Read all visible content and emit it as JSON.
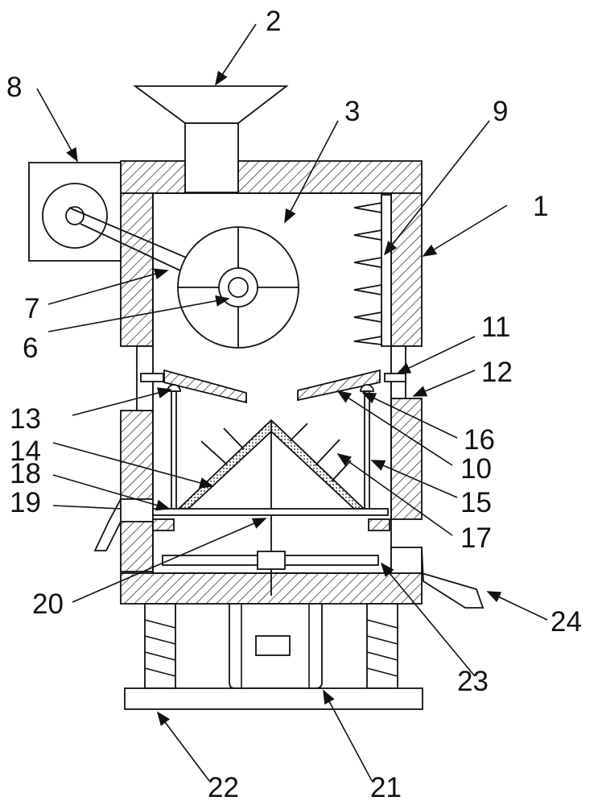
{
  "figure": {
    "colors": {
      "stroke": "#111111",
      "background": "#ffffff"
    },
    "labels": [
      {
        "id": "label-1",
        "text": "1"
      },
      {
        "id": "label-2",
        "text": "2"
      },
      {
        "id": "label-3",
        "text": "3"
      },
      {
        "id": "label-6",
        "text": "6"
      },
      {
        "id": "label-7",
        "text": "7"
      },
      {
        "id": "label-8",
        "text": "8"
      },
      {
        "id": "label-9",
        "text": "9"
      },
      {
        "id": "label-10",
        "text": "10"
      },
      {
        "id": "label-11",
        "text": "11"
      },
      {
        "id": "label-12",
        "text": "12"
      },
      {
        "id": "label-13",
        "text": "13"
      },
      {
        "id": "label-14",
        "text": "14"
      },
      {
        "id": "label-15",
        "text": "15"
      },
      {
        "id": "label-16",
        "text": "16"
      },
      {
        "id": "label-17",
        "text": "17"
      },
      {
        "id": "label-18",
        "text": "18"
      },
      {
        "id": "label-19",
        "text": "19"
      },
      {
        "id": "label-20",
        "text": "20"
      },
      {
        "id": "label-21",
        "text": "21"
      },
      {
        "id": "label-22",
        "text": "22"
      },
      {
        "id": "label-23",
        "text": "23"
      },
      {
        "id": "label-24",
        "text": "24"
      }
    ]
  }
}
